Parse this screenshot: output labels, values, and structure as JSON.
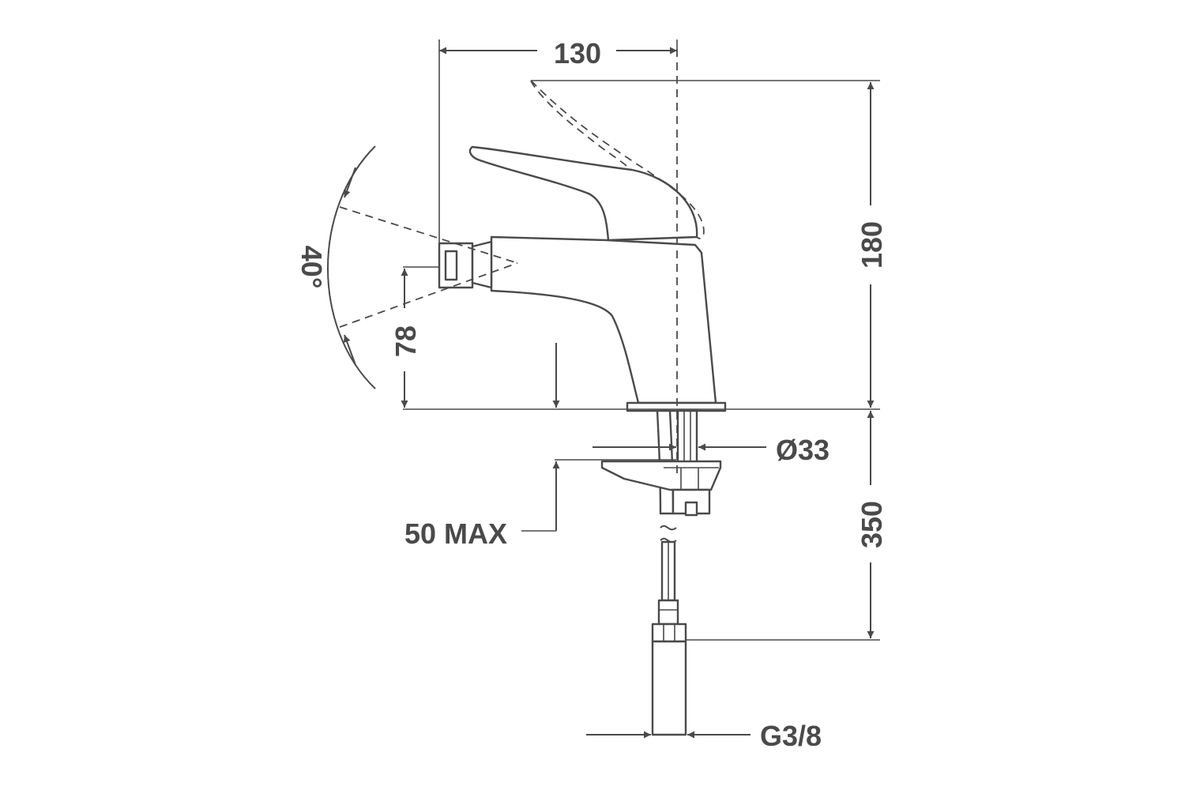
{
  "dimensions": {
    "width_130": "130",
    "height_180": "180",
    "angle_40": "40°",
    "outlet_78": "78",
    "diameter_33": "Ø33",
    "max_50": "50 MAX",
    "hose_350": "350",
    "thread_g38": "G3/8"
  },
  "colors": {
    "line": "#4a4a4a",
    "background": "#ffffff"
  }
}
